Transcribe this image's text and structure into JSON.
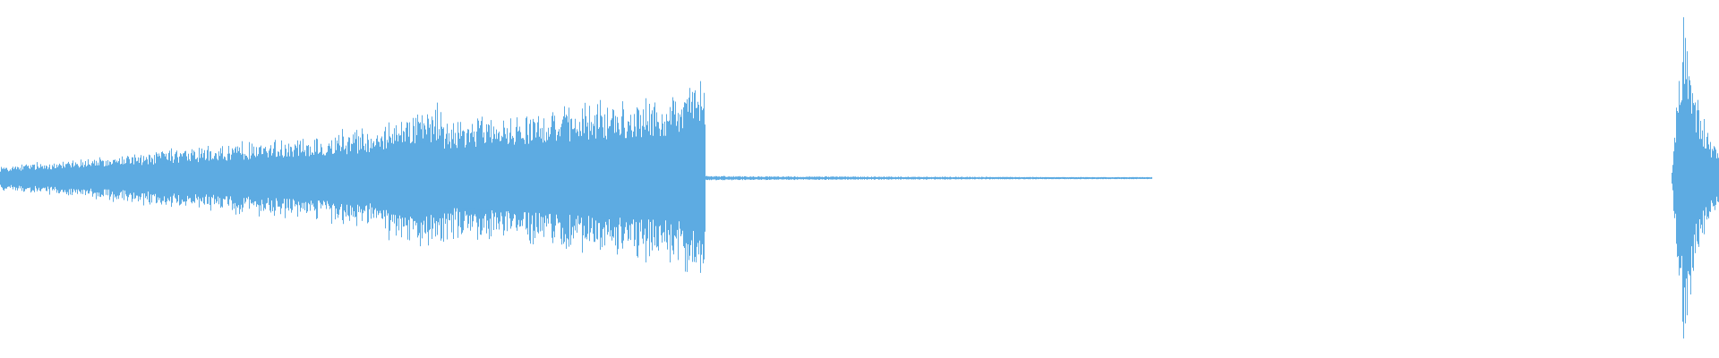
{
  "waveform": {
    "color": "#5dabe2",
    "background": "#ffffff",
    "duration_fraction_markers": {
      "main_clip_end": 0.41,
      "tail_end": 0.67,
      "burst_start": 0.972
    },
    "segments": [
      {
        "kind": "crescendo",
        "from": 0.0,
        "to": 0.41,
        "start_level": 0.07,
        "peak_level": 0.55
      },
      {
        "kind": "decay-tail",
        "from": 0.41,
        "to": 0.67,
        "level": 0.012
      },
      {
        "kind": "silence",
        "from": 0.67,
        "to": 0.972
      },
      {
        "kind": "transient-burst",
        "from": 0.972,
        "to": 1.0,
        "peak_level": 0.95
      }
    ]
  }
}
